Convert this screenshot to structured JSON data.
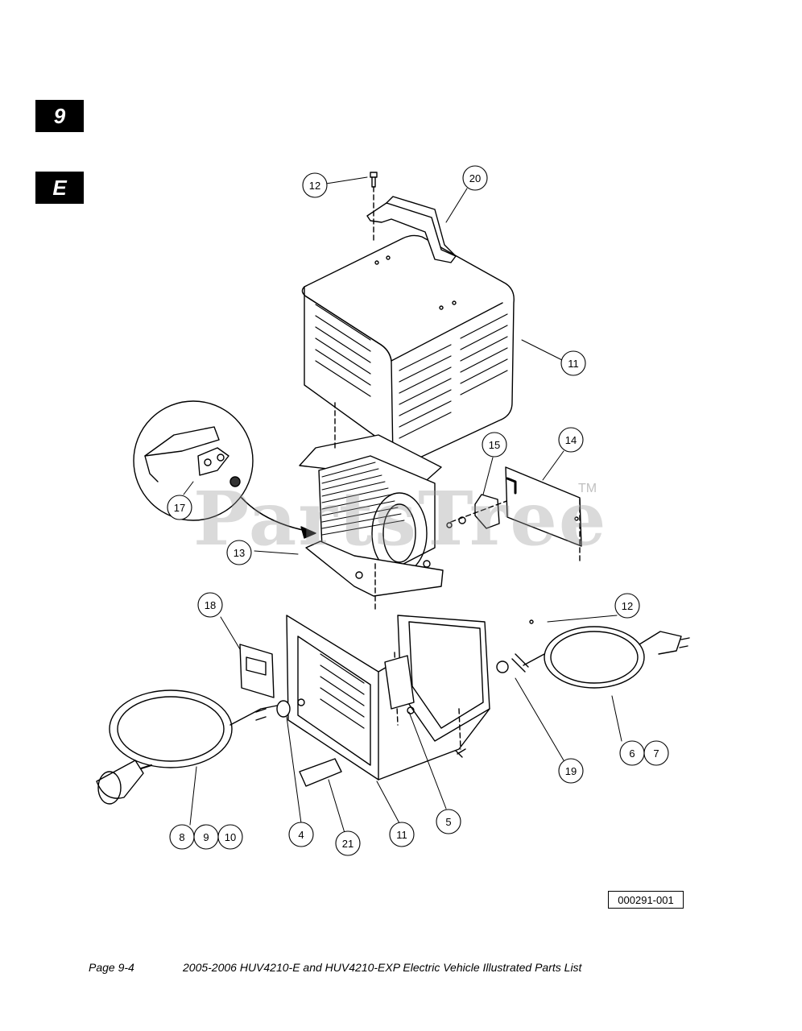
{
  "section_tabs": {
    "section": "9",
    "subsection": "E"
  },
  "callouts": [
    "12",
    "20",
    "11",
    "15",
    "14",
    "17",
    "13",
    "18",
    "12",
    "6",
    "7",
    "19",
    "8",
    "9",
    "10",
    "4",
    "21",
    "11",
    "5"
  ],
  "watermark": {
    "text": "PartsTree",
    "tm": "TM"
  },
  "figure_id": "000291-001",
  "footer": {
    "page": "Page 9-4",
    "title": "2005-2006 HUV4210-E and HUV4210-EXP Electric Vehicle Illustrated Parts List"
  }
}
